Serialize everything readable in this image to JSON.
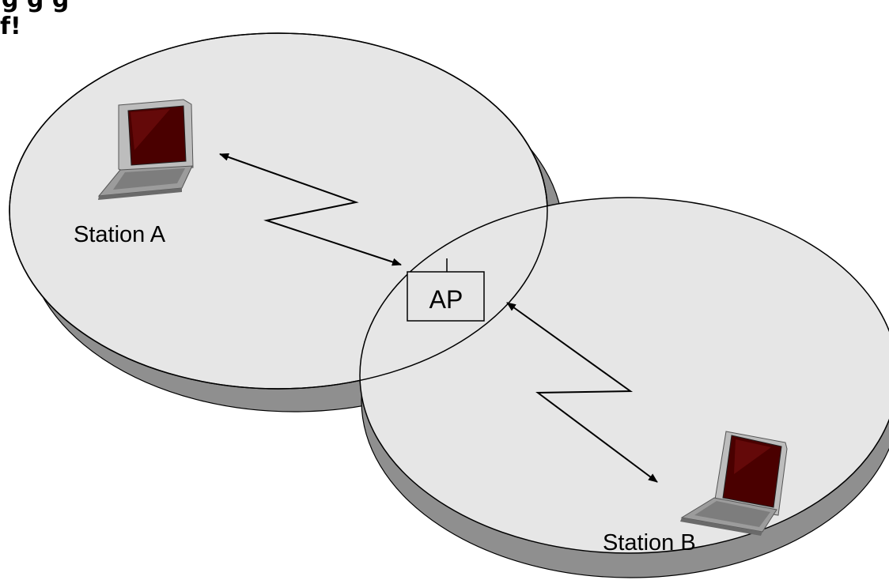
{
  "header": {
    "line1": "g g g",
    "line2": "f!"
  },
  "diagram": {
    "station_a_label": "Station A",
    "station_b_label": "Station B",
    "ap_label": "AP"
  },
  "colors": {
    "cell_fill": "#e6e6e6",
    "cell_shadow": "#8f8f8f",
    "stroke": "#000000",
    "laptop_screen": "#4a0000"
  }
}
